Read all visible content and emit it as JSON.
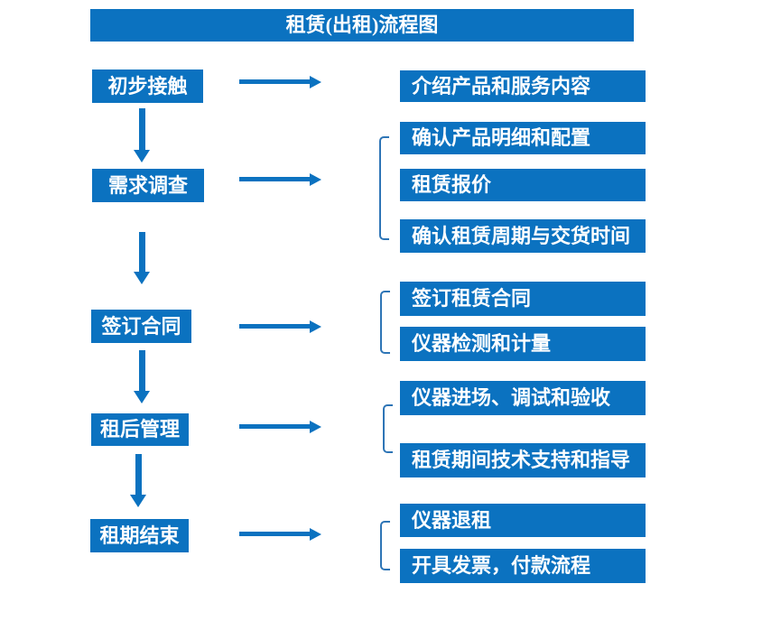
{
  "title": "租赁(出租)流程图",
  "colors": {
    "primary_blue": "#0b72c0",
    "bracket_blue": "#2e75b6",
    "text_white": "#ffffff",
    "background": "#ffffff"
  },
  "flow": {
    "steps": [
      {
        "label": "初步接触",
        "details": [
          "介绍产品和服务内容"
        ]
      },
      {
        "label": "需求调查",
        "details": [
          "确认产品明细和配置",
          "租赁报价",
          "确认租赁周期与交货时间"
        ]
      },
      {
        "label": "签订合同",
        "details": [
          "签订租赁合同",
          "仪器检测和计量"
        ]
      },
      {
        "label": "租后管理",
        "details": [
          "仪器进场、调试和验收",
          "租赁期间技术支持和指导"
        ]
      },
      {
        "label": "租期结束",
        "details": [
          "仪器退租",
          "开具发票，付款流程"
        ]
      }
    ]
  }
}
